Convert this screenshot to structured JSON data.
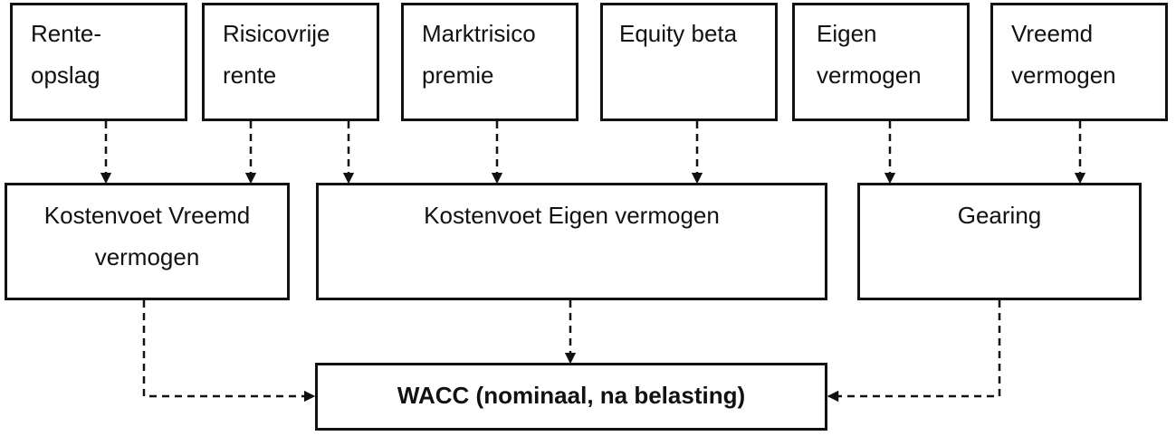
{
  "inputs": [
    {
      "id": "renteopslag",
      "label": "Rente-\nopslag"
    },
    {
      "id": "risicovrije-rente",
      "label": "Risicovrije\nrente"
    },
    {
      "id": "marktrisicopremie",
      "label": "Marktrisico\npremie"
    },
    {
      "id": "equity-beta",
      "label": "Equity beta"
    },
    {
      "id": "eigen-vermogen",
      "label": "Eigen\nvermogen"
    },
    {
      "id": "vreemd-vermogen",
      "label": "Vreemd\nvermogen"
    }
  ],
  "intermediate": [
    {
      "id": "kostenvoet-vreemd",
      "label": "Kostenvoet Vreemd\nvermogen"
    },
    {
      "id": "kostenvoet-eigen",
      "label": "Kostenvoet Eigen vermogen"
    },
    {
      "id": "gearing",
      "label": "Gearing"
    }
  ],
  "result": {
    "id": "wacc",
    "label": "WACC (nominaal, na belasting)"
  }
}
